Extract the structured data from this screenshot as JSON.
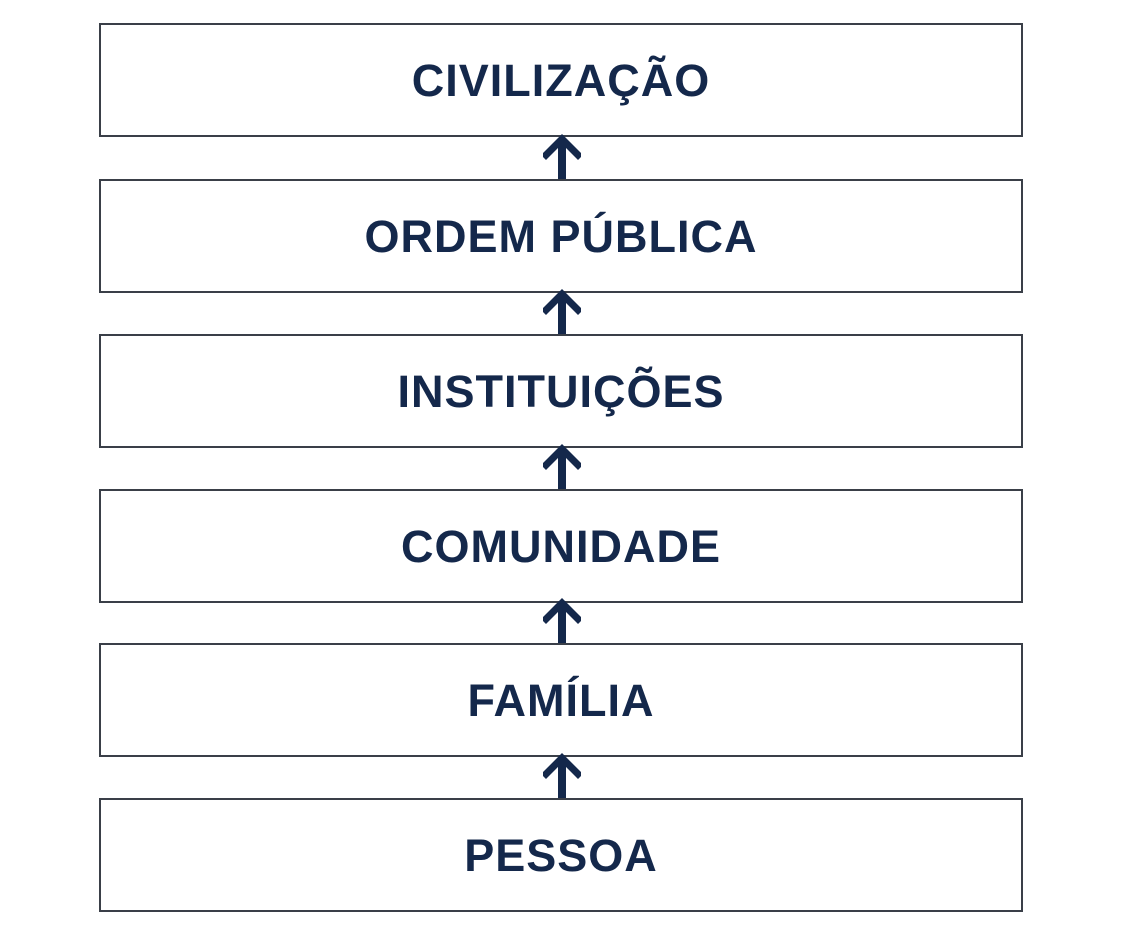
{
  "diagram": {
    "levels": [
      {
        "label": "CIVILIZAÇÃO"
      },
      {
        "label": "ORDEM PÚBLICA"
      },
      {
        "label": "INSTITUIÇÕES"
      },
      {
        "label": "COMUNIDADE"
      },
      {
        "label": "FAMÍLIA"
      },
      {
        "label": "PESSOA"
      }
    ],
    "flow_direction": "bottom-to-top",
    "colors": {
      "text": "#14284b",
      "arrow": "#14284b",
      "border": "#3a3f48",
      "background": "#ffffff"
    }
  }
}
